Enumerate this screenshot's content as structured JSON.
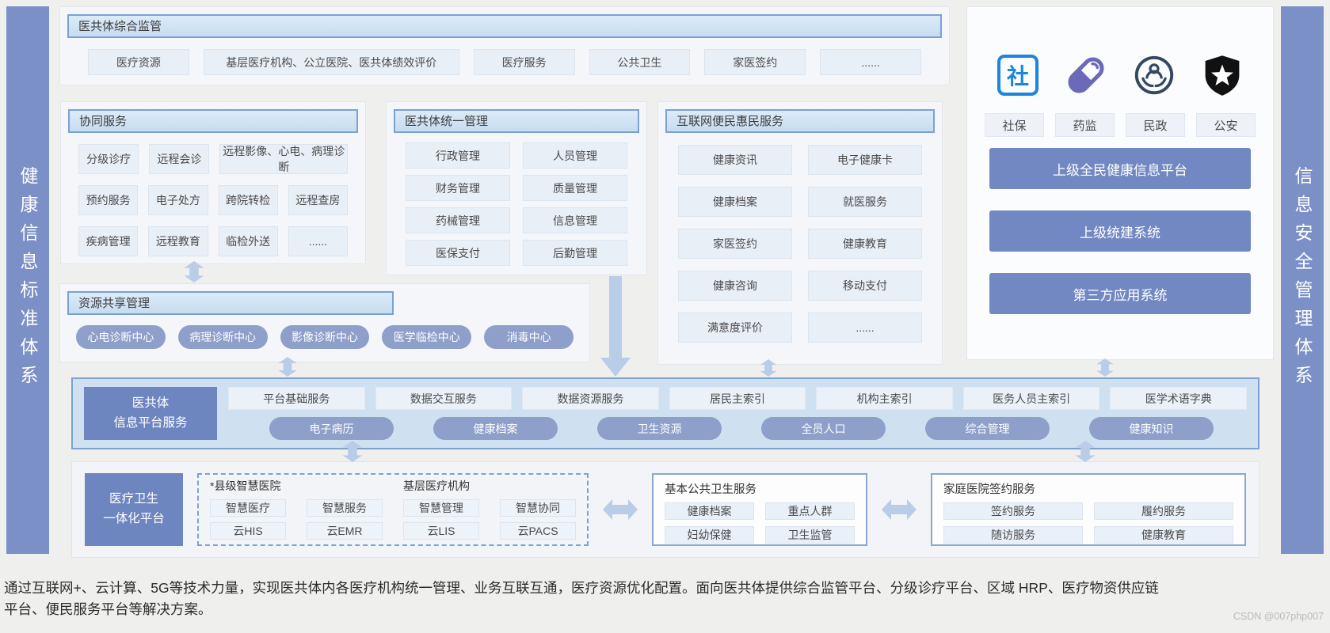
{
  "sidebar_left": {
    "text": "健康信息标准体系"
  },
  "sidebar_right": {
    "text": "信息安全管理体系"
  },
  "supervision": {
    "title": "医共体综合监管",
    "items": [
      "医疗资源",
      "基层医疗机构、公立医院、医共体绩效评价",
      "医疗服务",
      "公共卫生",
      "家医签约",
      "......"
    ]
  },
  "collaboration": {
    "title": "协同服务",
    "row1": [
      "分级诊疗",
      "远程会诊",
      "远程影像、心电、病理诊断"
    ],
    "row2": [
      "预约服务",
      "电子处方",
      "跨院转检",
      "远程查房"
    ],
    "row3": [
      "疾病管理",
      "远程教育",
      "临检外送",
      "......"
    ]
  },
  "unified": {
    "title": "医共体统一管理",
    "items": [
      "行政管理",
      "人员管理",
      "财务管理",
      "质量管理",
      "药械管理",
      "信息管理",
      "医保支付",
      "后勤管理"
    ]
  },
  "internet": {
    "title": "互联网便民惠民服务",
    "items": [
      "健康资讯",
      "电子健康卡",
      "健康档案",
      "就医服务",
      "家医签约",
      "健康教育",
      "健康咨询",
      "移动支付",
      "满意度评价",
      "......"
    ]
  },
  "sharing": {
    "title": "资源共享管理",
    "centers": [
      "心电诊断中心",
      "病理诊断中心",
      "影像诊断中心",
      "医学临检中心",
      "消毒中心"
    ]
  },
  "external": {
    "agencies": [
      {
        "label": "社保",
        "icon": "social-security-icon"
      },
      {
        "label": "药监",
        "icon": "capsule-icon"
      },
      {
        "label": "民政",
        "icon": "civil-affairs-icon"
      },
      {
        "label": "公安",
        "icon": "police-shield-icon"
      }
    ],
    "systems": [
      "上级全民健康信息平台",
      "上级统建系统",
      "第三方应用系统"
    ]
  },
  "platform": {
    "name_line1": "医共体",
    "name_line2": "信息平台服务",
    "services": [
      "平台基础服务",
      "数据交互服务",
      "数据资源服务",
      "居民主索引",
      "机构主索引",
      "医务人员主索引",
      "医学术语字典"
    ],
    "databases": [
      "电子病历",
      "健康档案",
      "卫生资源",
      "全员人口",
      "综合管理",
      "健康知识"
    ]
  },
  "foundation": {
    "name_line1": "医疗卫生",
    "name_line2": "一体化平台",
    "smart_hospital_label": "*县级智慧医院",
    "grassroots_label": "基层医疗机构",
    "smart_row": [
      "智慧医疗",
      "智慧服务",
      "智慧管理",
      "智慧协同"
    ],
    "cloud_row": [
      "云HIS",
      "云EMR",
      "云LIS",
      "云PACS"
    ],
    "public_health": {
      "title": "基本公共卫生服务",
      "items": [
        "健康档案",
        "重点人群",
        "妇幼保健",
        "卫生监管"
      ]
    },
    "family_doctor": {
      "title": "家庭医院签约服务",
      "items": [
        "签约服务",
        "履约服务",
        "随访服务",
        "健康教育"
      ]
    }
  },
  "footer": {
    "description": "通过互联网+、云计算、5G等技术力量，实现医共体内各医疗机构统一管理、业务互联互通，医疗资源优化配置。面向医共体提供综合监管平台、分级诊疗平台、区域 HRP、医疗物资供应链平台、便民服务平台等解决方案。",
    "watermark": "CSDN @007php007"
  },
  "colors": {
    "sidebar": "#7b90c6",
    "header_bar": "#cfe2f4",
    "header_border": "#79a1d3",
    "dark_box": "#6e86c0",
    "pill": "#8e9fca",
    "band_bg": "#cfe1f0",
    "band_border": "#7ca3cf",
    "arrow": "#b9cde8",
    "social_icon_blue": "#1b86dd",
    "capsule_purple": "#6a6ab8",
    "civil_navy": "#344863",
    "shield_black": "#111111"
  }
}
